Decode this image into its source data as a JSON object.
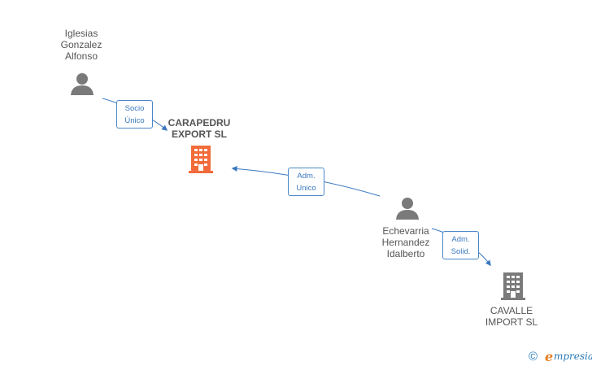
{
  "nodes": {
    "iglesias": {
      "label": "Iglesias\nGonzalez\nAlfonso",
      "type": "person"
    },
    "carapedru": {
      "label": "CARAPEDRU\nEXPORT  SL",
      "type": "company",
      "color": "#f26b3a"
    },
    "echevarria": {
      "label": "Echevarria\nHernandez\nIdalberto",
      "type": "person"
    },
    "cavalle": {
      "label": "CAVALLE\nIMPORT SL",
      "type": "company",
      "color": "#7a7a7a"
    }
  },
  "edges": {
    "e1": {
      "label": "Socio\nÚnico"
    },
    "e2": {
      "label": "Adm.\nUnico"
    },
    "e3": {
      "label": "Adm.\nSolid."
    }
  },
  "colors": {
    "edge": "#3a78c0",
    "person_icon": "#7a7a7a",
    "node_text": "#555555"
  },
  "watermark": {
    "symbol": "©",
    "brand_initial": "e",
    "brand_rest": "mpresia"
  }
}
